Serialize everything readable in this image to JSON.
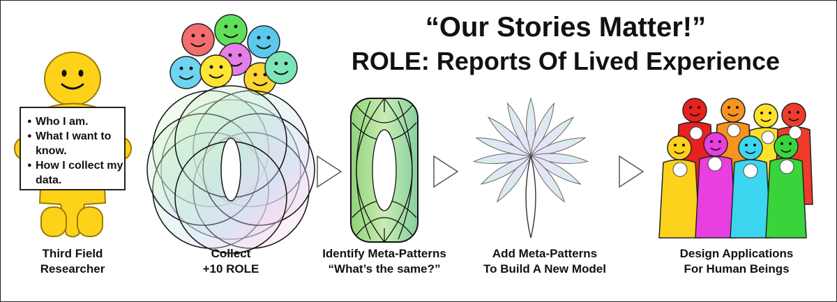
{
  "title": {
    "line1": "“Our Stories Matter!”",
    "line2": "ROLE: Reports Of Lived Experience"
  },
  "sign": {
    "items": [
      "Who I am.",
      "What I want to know.",
      "How I collect my data."
    ]
  },
  "captions": [
    {
      "line1": "Third Field",
      "line2": "Researcher"
    },
    {
      "line1": "Collect",
      "line2": "+10 ROLE"
    },
    {
      "line1": "Identify Meta-Patterns",
      "line2": "“What’s the same?”"
    },
    {
      "line1": "Add Meta-Patterns",
      "line2": "To Build A New Model"
    },
    {
      "line1": "Design Applications",
      "line2": "For Human Beings"
    }
  ],
  "colors": {
    "researcher": "#ffd21a",
    "smileys": [
      "#f26d6d",
      "#5fe05a",
      "#5bc8ee",
      "#e57ee6",
      "#fde535",
      "#6fd3f2",
      "#fcd533",
      "#7de6b8"
    ],
    "people_back": [
      "#e82020",
      "#f7931e",
      "#fde22b",
      "#ef3b2c"
    ],
    "people_front": [
      "#fcd21c",
      "#e83fe0",
      "#3cd6f0",
      "#39d43b"
    ]
  },
  "icons": [
    "smiley-face-icon",
    "overlapping-circles-icon",
    "vesica-pattern-icon",
    "flower-model-icon",
    "arrow-right-icon",
    "people-group-icon"
  ]
}
